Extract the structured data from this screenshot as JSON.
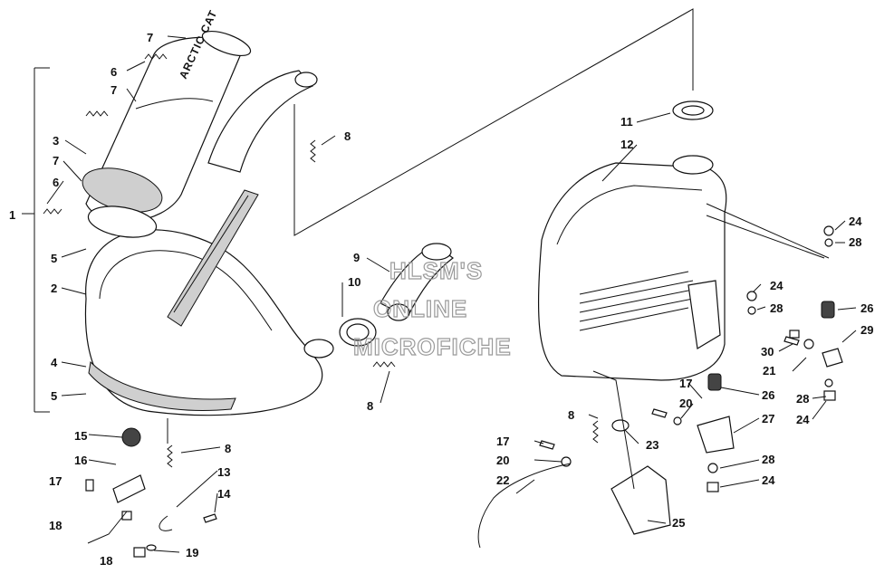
{
  "diagram": {
    "brand_text": "ARCTIC CAT",
    "watermark_lines": [
      "HLSM'S",
      "ONLINE",
      "MICROFICHE"
    ],
    "callouts": {
      "c1": "1",
      "c2": "2",
      "c3": "3",
      "c4": "4",
      "c5a": "5",
      "c5b": "5",
      "c6a": "6",
      "c6b": "6",
      "c7a": "7",
      "c7b": "7",
      "c7c": "7",
      "c8a": "8",
      "c8b": "8",
      "c8c": "8",
      "c8d": "8",
      "c9": "9",
      "c10": "10",
      "c11": "11",
      "c12": "12",
      "c13": "13",
      "c14": "14",
      "c15": "15",
      "c16": "16",
      "c17a": "17",
      "c17b": "17",
      "c17c": "17",
      "c18a": "18",
      "c18b": "18",
      "c19": "19",
      "c20a": "20",
      "c20b": "20",
      "c21": "21",
      "c22": "22",
      "c23": "23",
      "c24a": "24",
      "c24b": "24",
      "c24c": "24",
      "c24d": "24",
      "c25": "25",
      "c26a": "26",
      "c26b": "26",
      "c27": "27",
      "c28a": "28",
      "c28b": "28",
      "c28c": "28",
      "c28d": "28",
      "c29": "29",
      "c30": "30"
    }
  }
}
